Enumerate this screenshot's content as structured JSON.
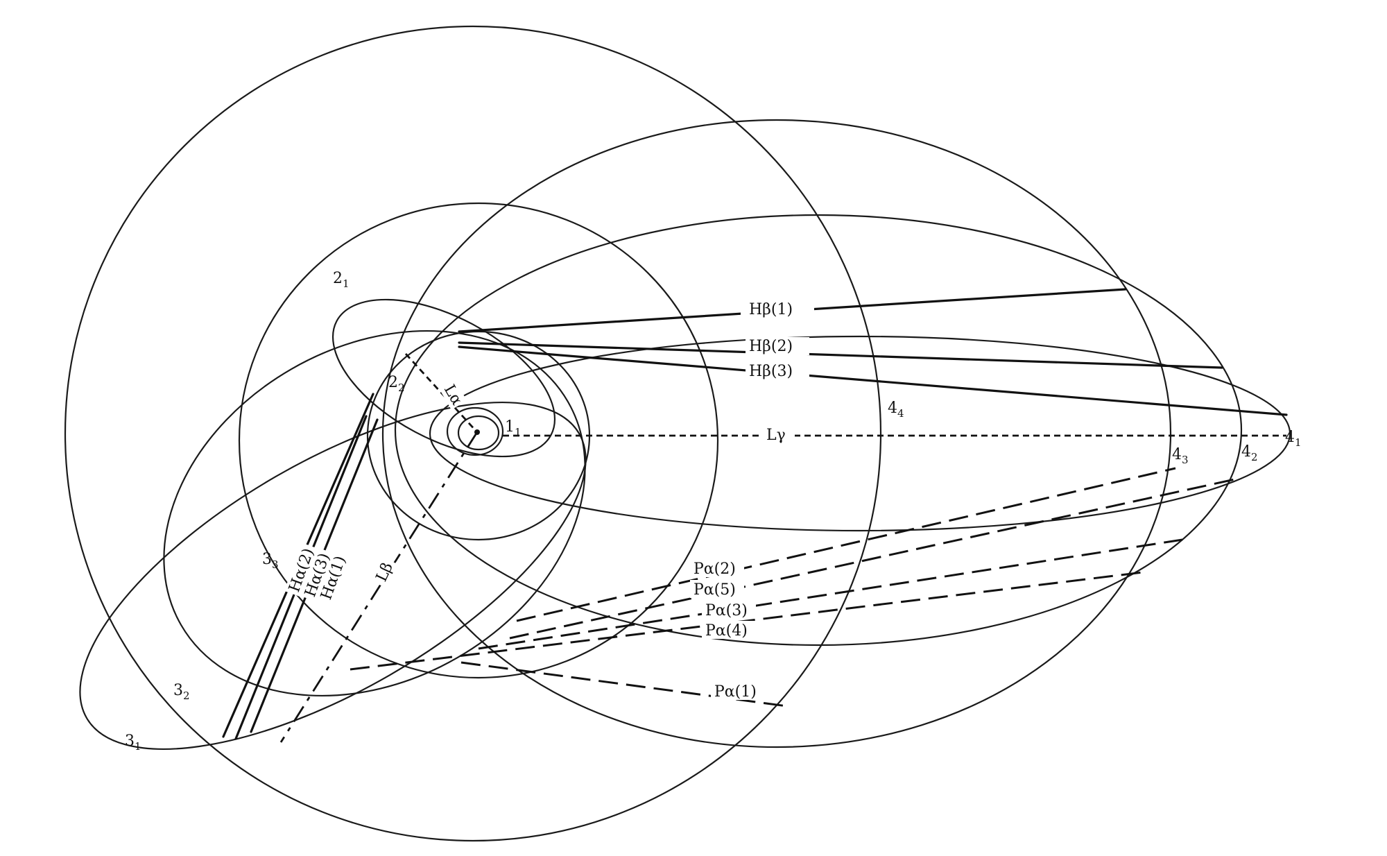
{
  "orbits": [
    {
      "name": "orbit-1-1",
      "label": "1",
      "sub": "1"
    },
    {
      "name": "orbit-2-1",
      "label": "2",
      "sub": "1"
    },
    {
      "name": "orbit-2-2",
      "label": "2",
      "sub": "2"
    },
    {
      "name": "orbit-3-1",
      "label": "3",
      "sub": "1"
    },
    {
      "name": "orbit-3-2",
      "label": "3",
      "sub": "2"
    },
    {
      "name": "orbit-3-3",
      "label": "3",
      "sub": "3"
    },
    {
      "name": "orbit-4-1",
      "label": "4",
      "sub": "1"
    },
    {
      "name": "orbit-4-2",
      "label": "4",
      "sub": "2"
    },
    {
      "name": "orbit-4-3",
      "label": "4",
      "sub": "3"
    },
    {
      "name": "orbit-4-4",
      "label": "4",
      "sub": "4"
    }
  ],
  "transitions": {
    "lyman": [
      {
        "name": "line-l-alpha",
        "label": "Lα",
        "style": "dashed"
      },
      {
        "name": "line-l-beta",
        "label": "Lβ",
        "style": "dashed"
      },
      {
        "name": "line-l-gamma",
        "label": "Lγ",
        "style": "dashed"
      }
    ],
    "balmer_alpha": [
      {
        "name": "line-h-alpha-1",
        "label": "Hα(1)",
        "style": "solid"
      },
      {
        "name": "line-h-alpha-2",
        "label": "Hα(2)",
        "style": "solid"
      },
      {
        "name": "line-h-alpha-3",
        "label": "Hα(3)",
        "style": "solid"
      }
    ],
    "balmer_beta": [
      {
        "name": "line-h-beta-1",
        "label": "Hβ(1)",
        "style": "solid"
      },
      {
        "name": "line-h-beta-2",
        "label": "Hβ(2)",
        "style": "solid"
      },
      {
        "name": "line-h-beta-3",
        "label": "Hβ(3)",
        "style": "solid"
      }
    ],
    "paschen_alpha": [
      {
        "name": "line-p-alpha-1",
        "label": "Pα(1)",
        "style": "long-dashed"
      },
      {
        "name": "line-p-alpha-2",
        "label": "Pα(2)",
        "style": "long-dashed"
      },
      {
        "name": "line-p-alpha-3",
        "label": "Pα(3)",
        "style": "long-dashed"
      },
      {
        "name": "line-p-alpha-4",
        "label": "Pα(4)",
        "style": "long-dashed"
      },
      {
        "name": "line-p-alpha-5",
        "label": "Pα(5)",
        "style": "long-dashed"
      }
    ]
  },
  "colors": {
    "ink": "#111111",
    "paper": "#ffffff"
  }
}
